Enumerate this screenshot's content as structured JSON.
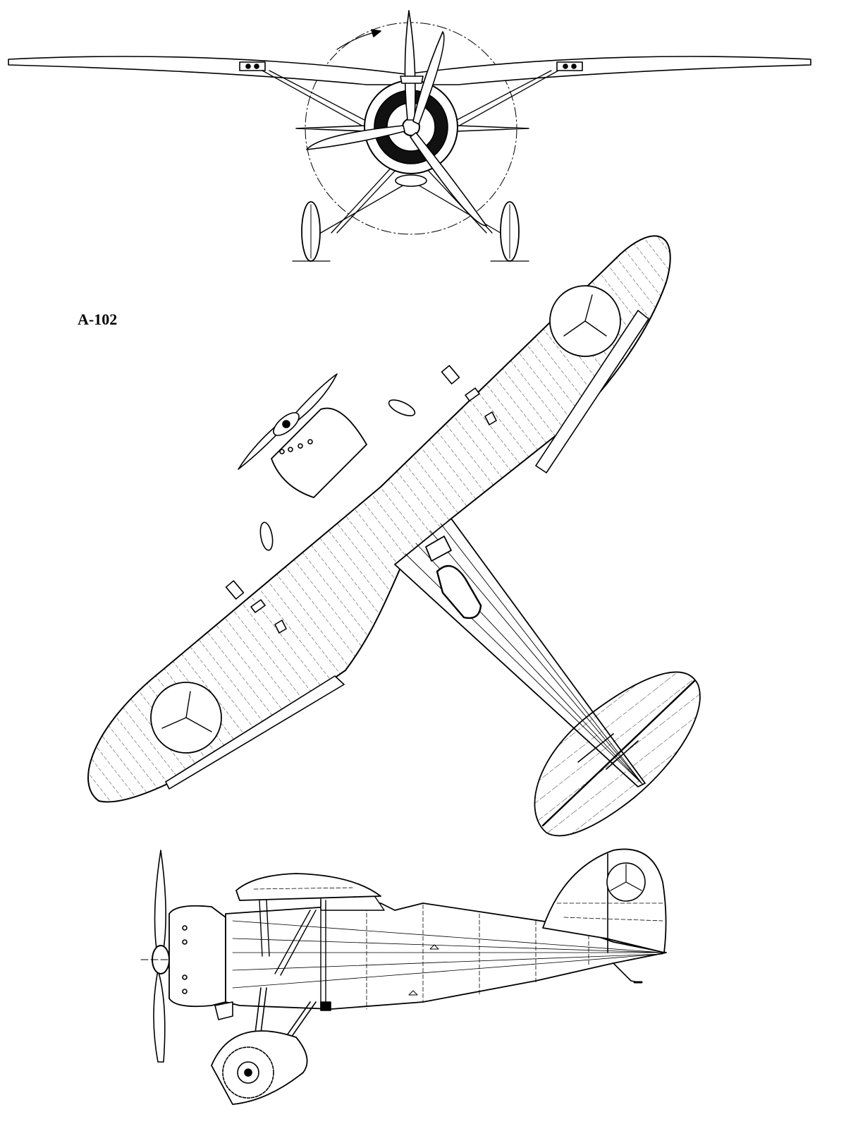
{
  "designation": "A-102",
  "views": [
    "front-view",
    "plan-view",
    "side-view"
  ],
  "colors": {
    "ink": "#000000",
    "paper": "#ffffff"
  }
}
